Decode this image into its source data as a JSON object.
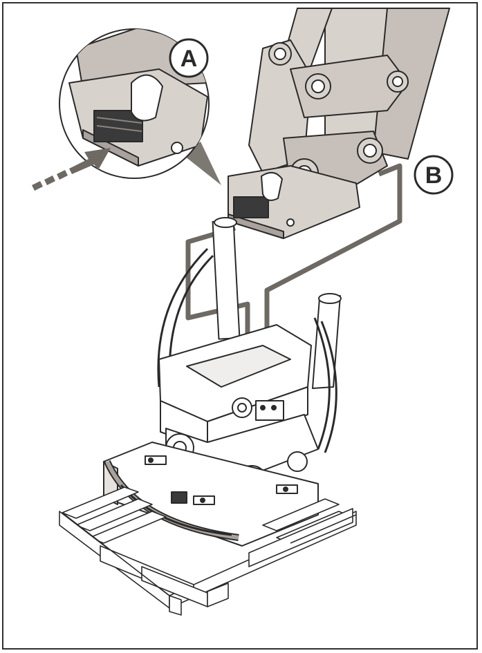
{
  "callouts": {
    "a": {
      "letter": "A"
    },
    "b": {
      "letter": "B"
    }
  },
  "colors": {
    "line": "#2a2a2a",
    "part_fill": "#d8d2cd",
    "part_shade": "#a9a29d",
    "hose_line": "#6e6963",
    "arrow": "#6e6963"
  },
  "icons": [
    "quick-coupler",
    "tiltrotator",
    "pallet",
    "insertion-arrow"
  ]
}
